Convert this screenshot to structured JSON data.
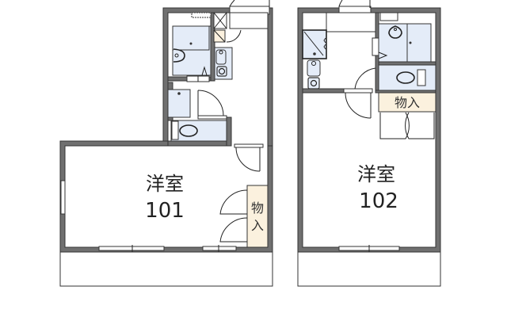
{
  "units": [
    {
      "id": "101",
      "room_type": "洋室",
      "room_number": "101",
      "storage_label_vertical": [
        "物",
        "入"
      ],
      "fixtures": [
        "bathtub",
        "washbasin",
        "toilet",
        "shower-room",
        "kitchen-sink",
        "stove",
        "shoe-cabinet"
      ]
    },
    {
      "id": "102",
      "room_type": "洋室",
      "room_number": "102",
      "storage_label": "物入",
      "fixtures": [
        "bathtub",
        "washbasin",
        "toilet",
        "kitchen-sink",
        "stove"
      ]
    }
  ],
  "colors": {
    "wall": "#707070",
    "wet_area": "#e4ecf8",
    "storage": "#fbf1de",
    "background": "#ffffff"
  }
}
